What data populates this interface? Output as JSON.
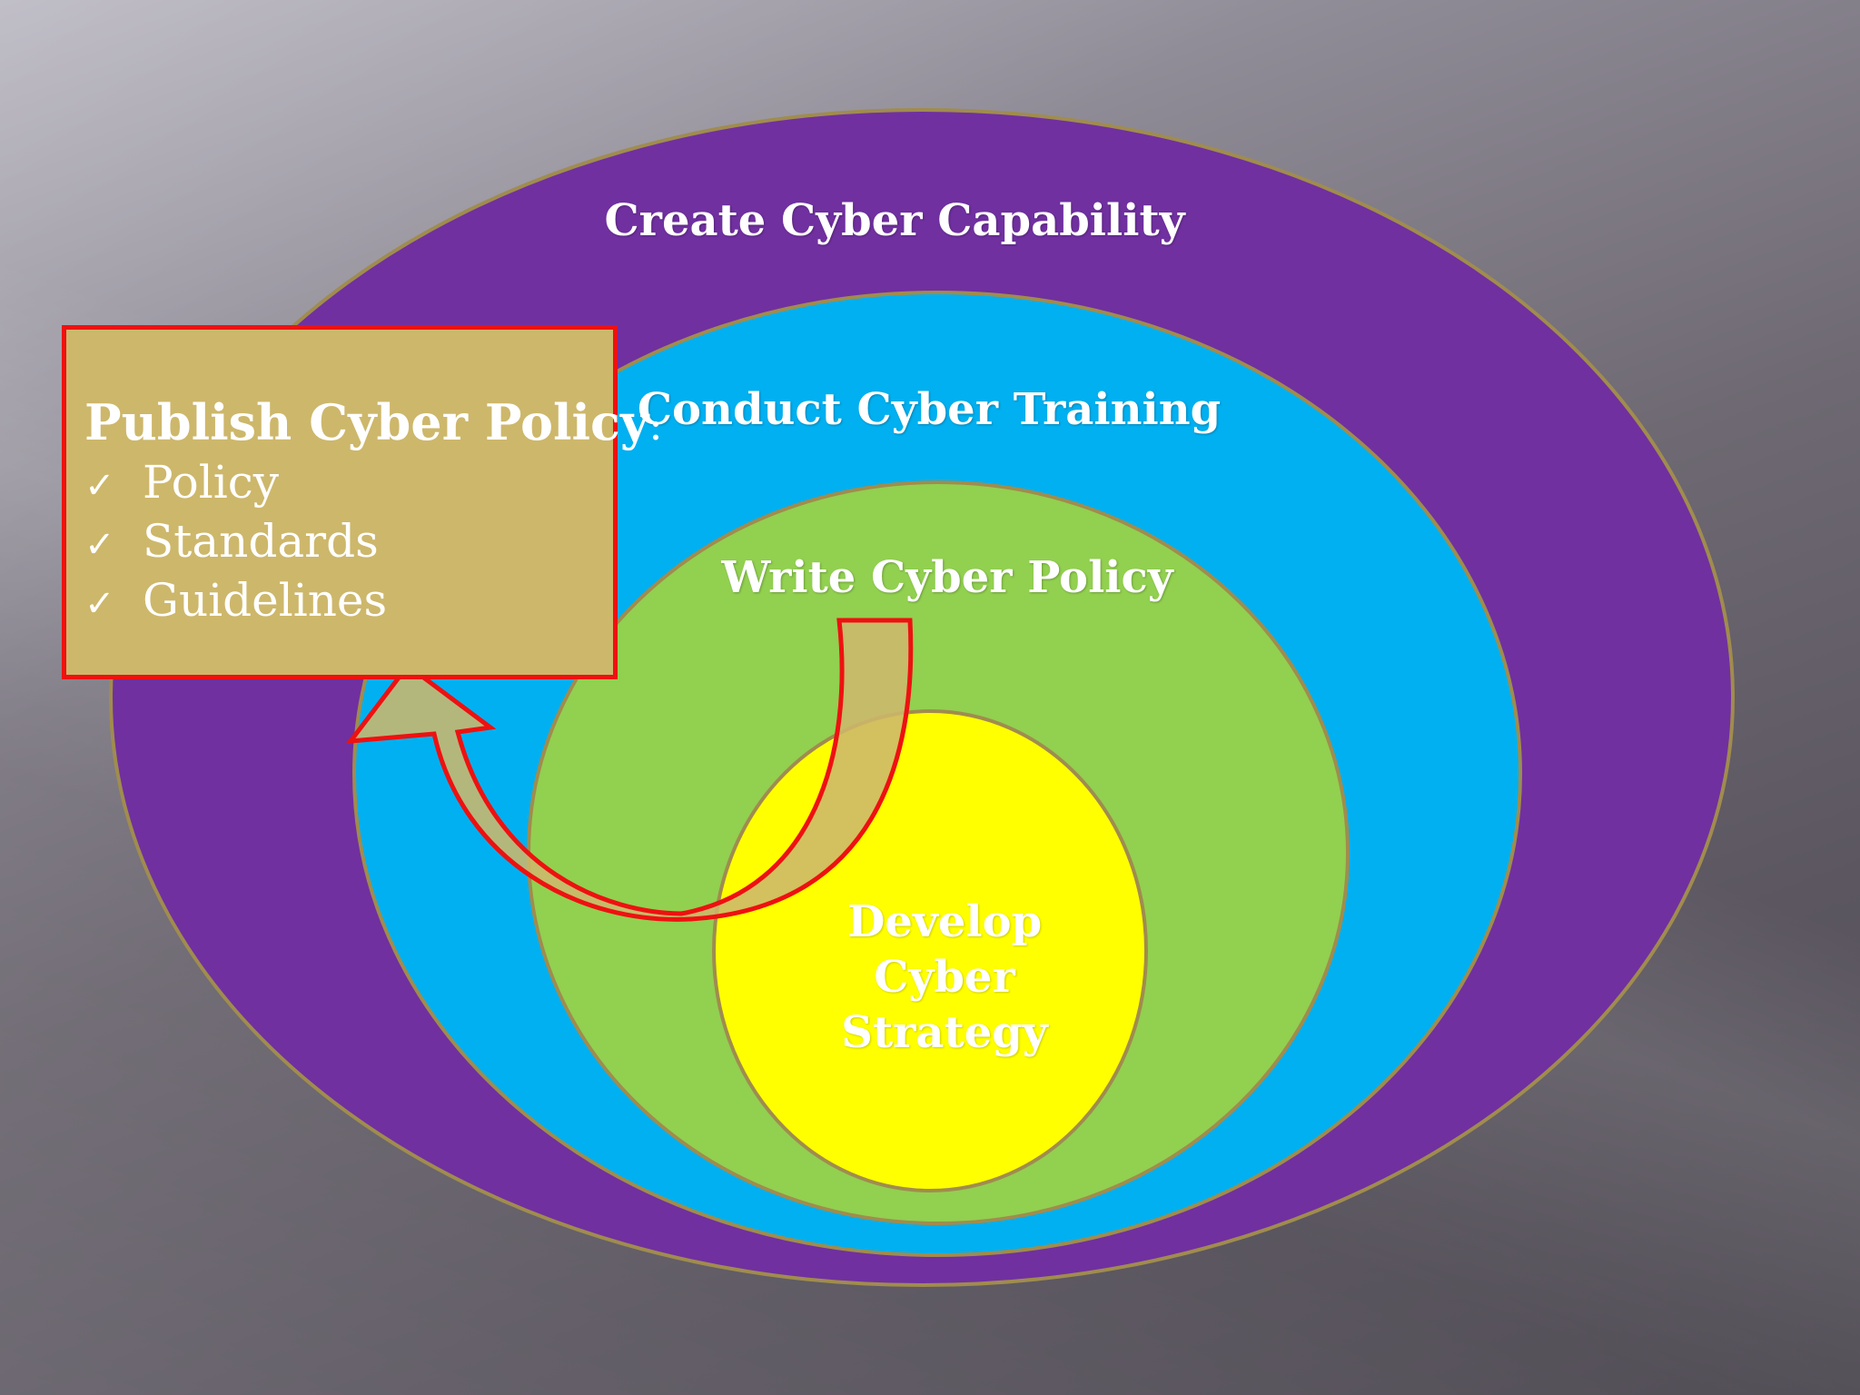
{
  "colors": {
    "outer_ring": "#7030a0",
    "training_ring": "#00b0f0",
    "policy_ring": "#92d050",
    "core": "#ffff00",
    "ring_outline": "#a08c4e",
    "publish_box_fill": "#cdb76b",
    "highlight_outline": "#ee1111",
    "arrow_fill": "#cdb76b"
  },
  "rings": {
    "capability": "Create Cyber Capability",
    "training": "Conduct Cyber Training",
    "policy": "Write Cyber Policy",
    "strategy_line1": "Develop",
    "strategy_line2": "Cyber",
    "strategy_line3": "Strategy"
  },
  "publish_box": {
    "title": "Publish Cyber Policy",
    "colon": ":",
    "check_icon": "check-mark-icon",
    "items": [
      "Policy",
      "Standards",
      "Guidelines"
    ]
  }
}
